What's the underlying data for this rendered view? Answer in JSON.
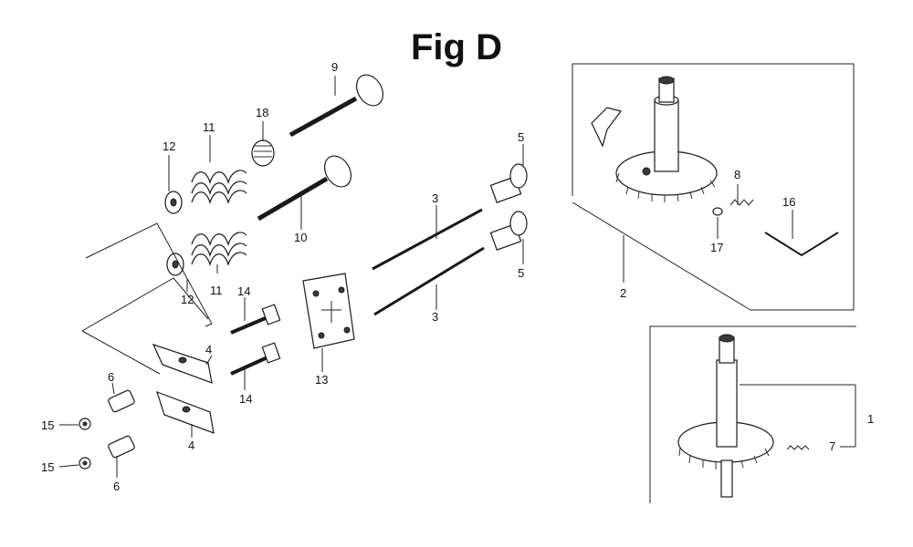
{
  "title": "Fig D",
  "labels": {
    "p1": "1",
    "p2": "2",
    "p3a": "3",
    "p3b": "3",
    "p4a": "4",
    "p4b": "4",
    "p5a": "5",
    "p5b": "5",
    "p6a": "6",
    "p6b": "6",
    "p7": "7",
    "p8": "8",
    "p9": "9",
    "p10": "10",
    "p11a": "11",
    "p11b": "11",
    "p12a": "12",
    "p12b": "12",
    "p13": "13",
    "p14a": "14",
    "p14b": "14",
    "p15a": "15",
    "p15b": "15",
    "p16": "16",
    "p17": "17",
    "p18": "18"
  }
}
